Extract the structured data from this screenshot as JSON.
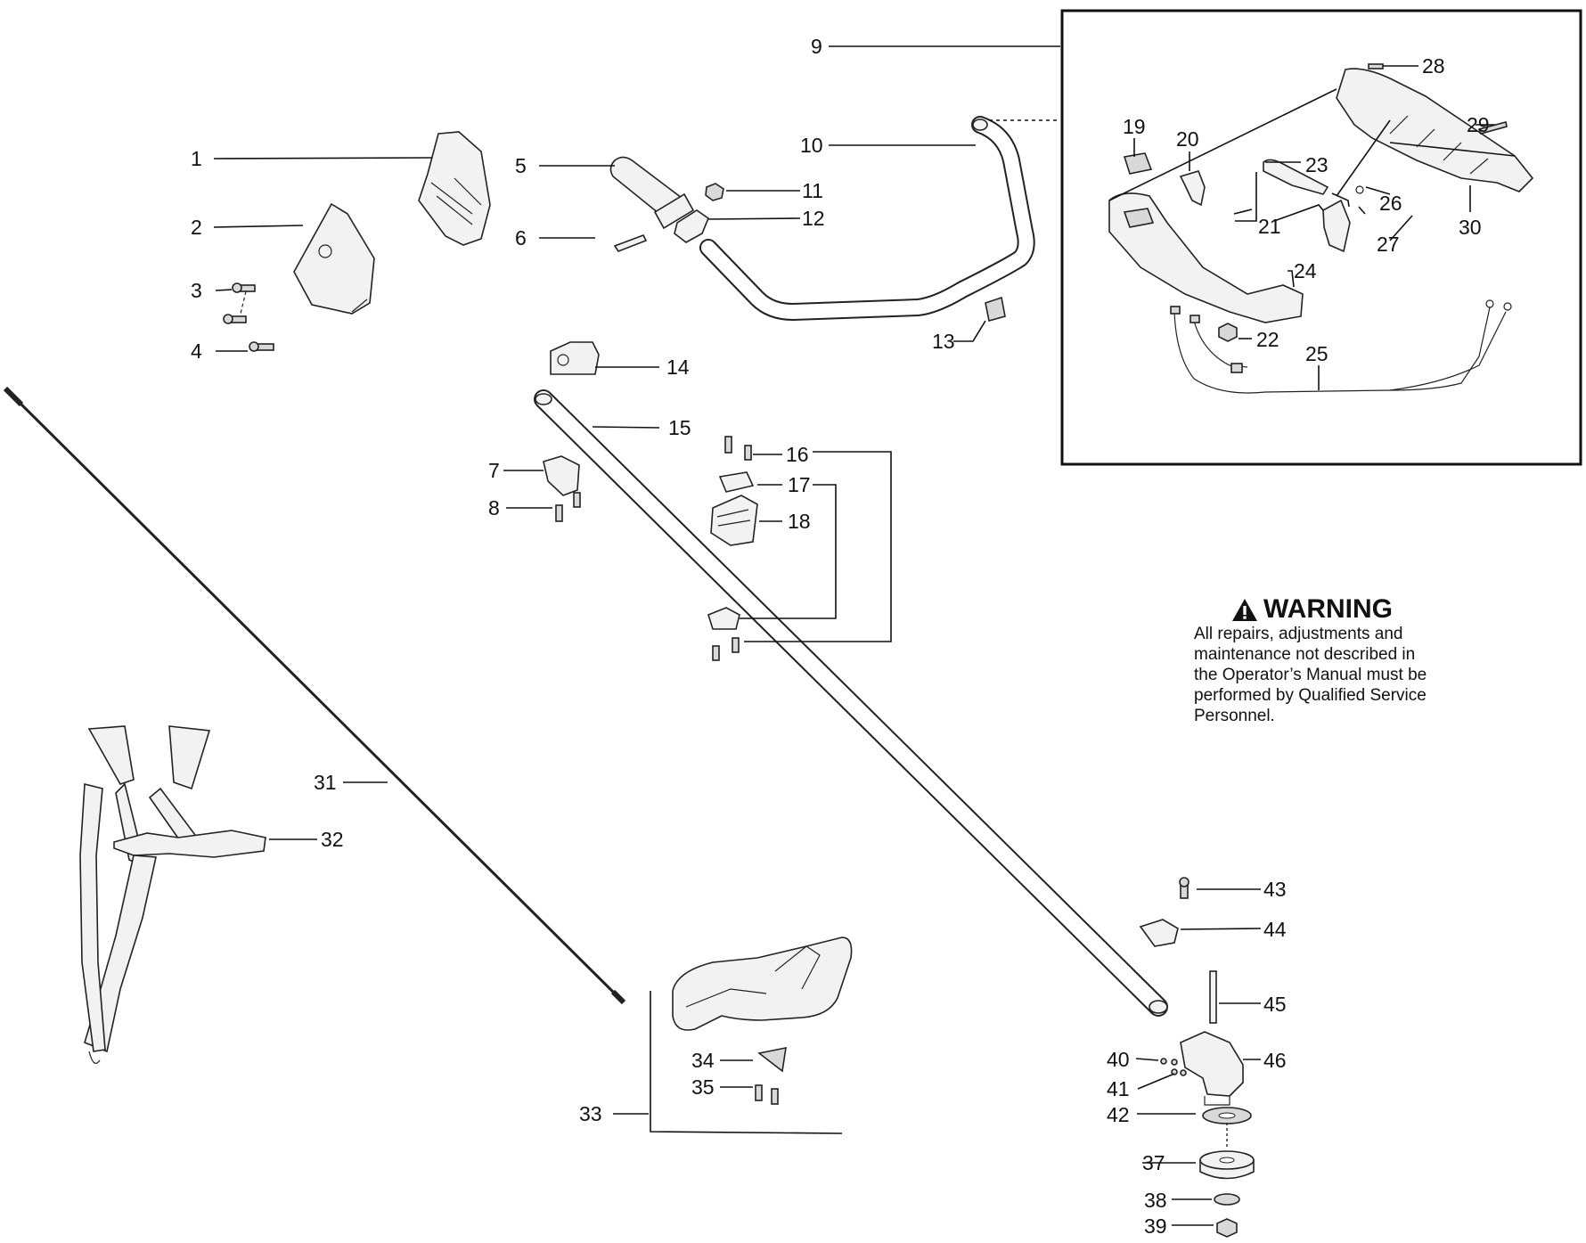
{
  "callouts": [
    "1",
    "2",
    "3",
    "4",
    "5",
    "6",
    "7",
    "8",
    "9",
    "10",
    "11",
    "12",
    "13",
    "14",
    "15",
    "16",
    "17",
    "18",
    "19",
    "20",
    "21",
    "22",
    "23",
    "24",
    "25",
    "26",
    "27",
    "28",
    "29",
    "30",
    "31",
    "32",
    "33",
    "34",
    "35",
    "37",
    "38",
    "39",
    "40",
    "41",
    "42",
    "43",
    "44",
    "45",
    "46"
  ],
  "warning": {
    "title": "WARNING",
    "lines": [
      "All repairs, adjustments and",
      "maintenance not described in",
      "the Operator’s Manual must be",
      "performed by Qualified Service",
      "Personnel."
    ]
  }
}
